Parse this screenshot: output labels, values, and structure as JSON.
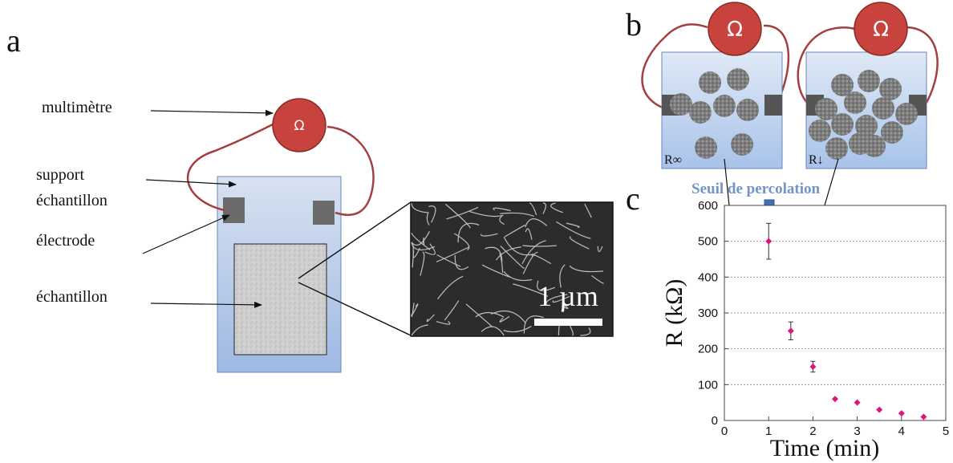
{
  "panel_a": {
    "letter": "a",
    "labels": {
      "multimeter": "multimètre",
      "support_line1": "support",
      "support_line2": "échantillon",
      "electrode": "électrode",
      "sample": "échantillon"
    },
    "meter_symbol": "Ω",
    "sem_scale_label": "1 µm"
  },
  "panel_b": {
    "letter": "b",
    "meter_symbol": "Ω",
    "left_resistance": "R∞",
    "right_resistance": "R↓"
  },
  "panel_c": {
    "letter": "c",
    "annotation": "Seuil de percolation"
  },
  "chart_data": {
    "type": "scatter",
    "title": "",
    "xlabel": "Time (min)",
    "ylabel": "R (kΩ)",
    "xlim": [
      0,
      5
    ],
    "ylim": [
      0,
      600
    ],
    "xticks": [
      "0",
      "1",
      "2",
      "3",
      "4",
      "5"
    ],
    "yticks": [
      "0",
      "100",
      "200",
      "300",
      "400",
      "500",
      "600"
    ],
    "grid": "horizontal",
    "marker_color": "#e0147a",
    "series": [
      {
        "x": [
          1,
          1.5,
          2,
          2.5,
          3,
          3.5,
          4,
          4.5
        ],
        "y": [
          500,
          250,
          150,
          60,
          50,
          30,
          20,
          10
        ],
        "err": [
          50,
          25,
          15,
          0,
          0,
          0,
          0,
          0
        ]
      }
    ]
  },
  "colors": {
    "wire": "#a3403f",
    "meter_fill": "#c8433d",
    "support_blue": "#a9c2e6",
    "electrode": "#666666",
    "percolation_arrow": "#3f6fb5"
  }
}
